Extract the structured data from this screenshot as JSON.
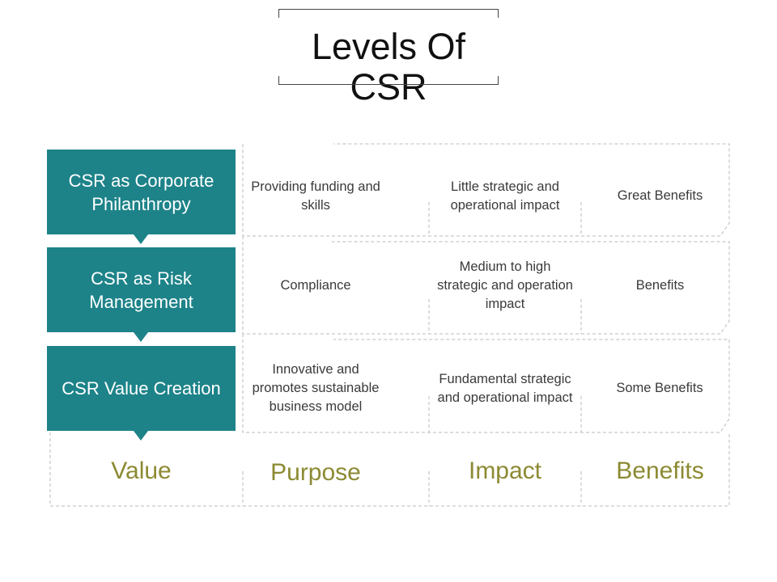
{
  "title": "Levels Of CSR",
  "levels": [
    {
      "label": "CSR as Corporate Philanthropy",
      "purpose": "Providing funding and skills",
      "impact": "Little strategic and operational impact",
      "benefits": "Great Benefits"
    },
    {
      "label": "CSR as Risk Management",
      "purpose": "Compliance",
      "impact": "Medium to high strategic and operation impact",
      "benefits": "Benefits"
    },
    {
      "label": "CSR Value Creation",
      "purpose": "Innovative and promotes sustainable business model",
      "impact": "Fundamental strategic and operational impact",
      "benefits": "Some Benefits"
    }
  ],
  "footer": {
    "value": "Value",
    "purpose": "Purpose",
    "impact": "Impact",
    "benefits": "Benefits"
  },
  "colors": {
    "level_box": "#1d8389",
    "footer_text": "#8c8a33",
    "cell_text": "#3a3a3a",
    "dashed_line": "#bbbbbb"
  }
}
